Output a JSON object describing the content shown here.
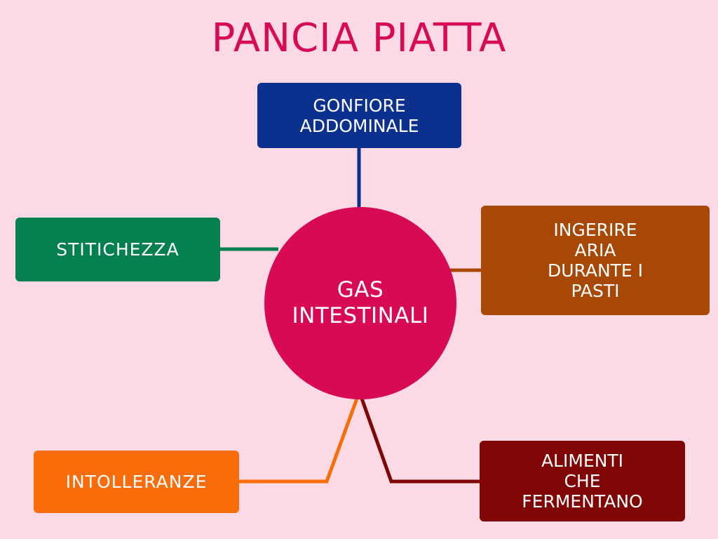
{
  "diagram": {
    "title": "PANCIA PIATTA",
    "title_color": "#D80A55",
    "background_color": "#FBDAE5",
    "hub": {
      "label": "GAS\nINTESTINALI",
      "color": "#D80A55",
      "text_color": "#FFFFFF"
    },
    "nodes": [
      {
        "id": "gonfiore",
        "label": "GONFIORE\nADDOMINALE",
        "color": "#0B308E",
        "text_color": "#FFFFFF",
        "position": "top"
      },
      {
        "id": "stitichezza",
        "label": "STITICHEZZA",
        "color": "#04804F",
        "text_color": "#FFFFFF",
        "position": "left"
      },
      {
        "id": "ingerire",
        "label": "INGERIRE\nARIA\nDURANTE I\nPASTI",
        "color": "#A84806",
        "text_color": "#FFFFFF",
        "position": "right"
      },
      {
        "id": "intolleranze",
        "label": "INTOLLERANZE",
        "color": "#F96C0A",
        "text_color": "#FFFFFF",
        "position": "bottom-left"
      },
      {
        "id": "alimenti",
        "label": "ALIMENTI\nCHE\nFERMENTANO",
        "color": "#800505",
        "text_color": "#FFFFFF",
        "position": "bottom-right"
      }
    ],
    "connectors": [
      {
        "id": "connector-gonfiore",
        "color": "#0B308E",
        "from": "hub",
        "to": "gonfiore"
      },
      {
        "id": "connector-stitichezza",
        "color": "#04804F",
        "from": "hub",
        "to": "stitichezza"
      },
      {
        "id": "connector-ingerire",
        "color": "#A84806",
        "from": "hub",
        "to": "ingerire"
      },
      {
        "id": "connector-intolleranze",
        "color": "#F96C0A",
        "from": "hub",
        "to": "intolleranze"
      },
      {
        "id": "connector-alimenti",
        "color": "#800505",
        "from": "hub",
        "to": "alimenti"
      }
    ]
  }
}
